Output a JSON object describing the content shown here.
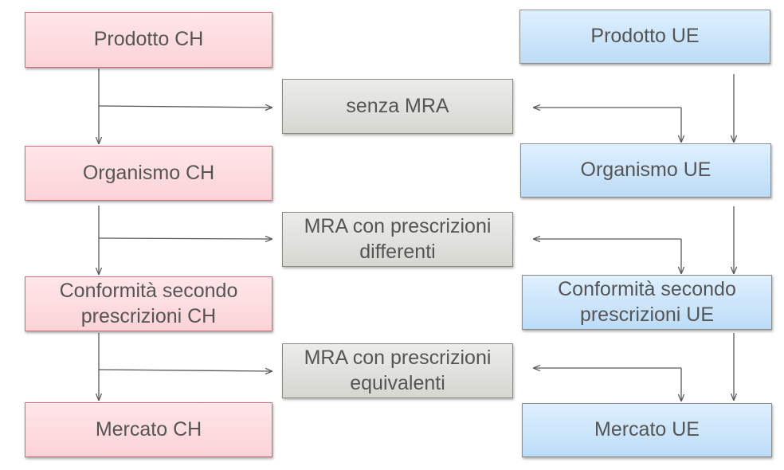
{
  "ch_column": {
    "product": "Prodotto CH",
    "body": "Organismo CH",
    "conformity": "Conformità secondo\nprescrizioni CH",
    "market": "Mercato CH"
  },
  "ue_column": {
    "product": "Prodotto UE",
    "body": "Organismo UE",
    "conformity": "Conformità secondo\nprescrizioni UE",
    "market": "Mercato UE"
  },
  "middle": {
    "no_mra": "senza MRA",
    "mra_different": "MRA con prescrizioni\ndifferenti",
    "mra_equivalent": "MRA con prescrizioni\nequivalenti"
  },
  "colors": {
    "ch_border": "#d86a76",
    "ch_fill": "#fbd3d7",
    "ue_fill": "#bcdcf6",
    "middle_fill": "#d6d7d1",
    "arrow": "#595959"
  }
}
